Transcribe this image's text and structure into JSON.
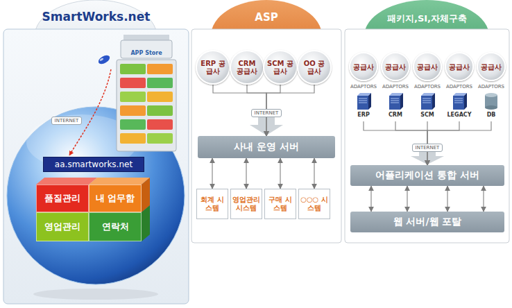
{
  "diagram": {
    "nodes": [
      {
        "text": [
          "SmartWorks.net"
        ]
      },
      {
        "text": [
          "aa.smartworks.net"
        ],
        "in": 0
      },
      {
        "text": [
          "품질관리"
        ],
        "in": 0
      },
      {
        "text": [
          "내 업무함"
        ],
        "in": 0
      },
      {
        "text": [
          "영업관리"
        ],
        "in": 0
      },
      {
        "text": [
          "연락처"
        ],
        "in": 0
      },
      {
        "text": [
          "ASP"
        ]
      },
      {
        "text": [
          "ERP 공급사"
        ],
        "in": 6
      },
      {
        "text": [
          "CRM 공급사"
        ],
        "in": 6
      },
      {
        "text": [
          "SCM 공급사"
        ],
        "in": 6
      },
      {
        "text": [
          "OO 공급사"
        ],
        "in": 6
      },
      {
        "text": [
          "사내 운영 서버"
        ],
        "in": 6
      },
      {
        "text": [
          "회계 시스템"
        ],
        "in": 6
      },
      {
        "text": [
          "영업관리 시스템"
        ],
        "in": 6
      },
      {
        "text": [
          "구매 시스템"
        ],
        "in": 6
      },
      {
        "text": [
          "○○○ 시스템"
        ],
        "in": 6
      },
      {
        "text": [
          "패키지,SI,자체구축"
        ]
      },
      {
        "text": [
          "공급사"
        ],
        "in": 16
      },
      {
        "text": [
          "공급사"
        ],
        "in": 16
      },
      {
        "text": [
          "공급사"
        ],
        "in": 16
      },
      {
        "text": [
          "공급사"
        ],
        "in": 16
      },
      {
        "text": [
          "공급사"
        ],
        "in": 16
      },
      {
        "text": [
          "ADAPTORS",
          "ERP"
        ],
        "in": 16
      },
      {
        "text": [
          "ADAPTORS",
          "CRM"
        ],
        "in": 16
      },
      {
        "text": [
          "ADAPTORS",
          "SCM"
        ],
        "in": 16
      },
      {
        "text": [
          "ADAPTORS",
          "LEGACY"
        ],
        "in": 16
      },
      {
        "text": [
          "ADAPTORS",
          "DB"
        ],
        "in": 16
      },
      {
        "text": [
          "어플리케이션 통합 서버"
        ],
        "in": 16
      },
      {
        "text": [
          "웹 서버/웹 포탈"
        ],
        "in": 16
      }
    ],
    "edges": [
      {
        "from": 7,
        "to": 11,
        "arrow": "to"
      },
      {
        "from": 8,
        "to": 11,
        "arrow": "to"
      },
      {
        "from": 9,
        "to": 11,
        "arrow": "to"
      },
      {
        "from": 10,
        "to": 11,
        "arrow": "to"
      },
      {
        "from": 11,
        "to": 12,
        "arrow": "both"
      },
      {
        "from": 11,
        "to": 13,
        "arrow": "both"
      },
      {
        "from": 11,
        "to": 14,
        "arrow": "both"
      },
      {
        "from": 11,
        "to": 15,
        "arrow": "both"
      },
      {
        "from": 22,
        "to": 27,
        "arrow": "to"
      },
      {
        "from": 23,
        "to": 27,
        "arrow": "to"
      },
      {
        "from": 24,
        "to": 27,
        "arrow": "to"
      },
      {
        "from": 25,
        "to": 27,
        "arrow": "to"
      },
      {
        "from": 26,
        "to": 27,
        "arrow": "to"
      },
      {
        "from": 27,
        "to": 28,
        "arrow": "both"
      },
      {
        "from": 27,
        "to": 28,
        "arrow": "both"
      },
      {
        "from": 27,
        "to": 28,
        "arrow": "both"
      },
      {
        "from": 27,
        "to": 28,
        "arrow": "both"
      }
    ],
    "labels": [
      "APP Store",
      "INTERNET",
      "INTERNET",
      "INTERNET"
    ]
  }
}
